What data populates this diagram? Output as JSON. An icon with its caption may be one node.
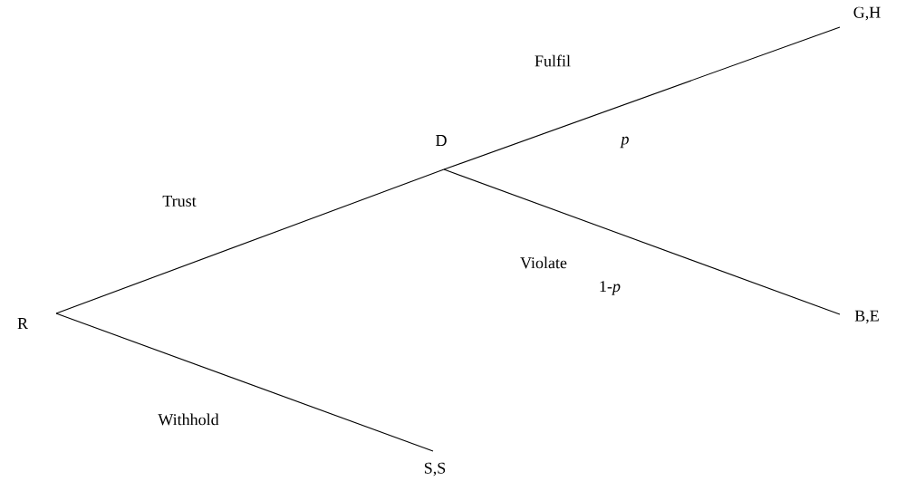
{
  "diagram": {
    "nodes": [
      {
        "text": [
          "R"
        ]
      },
      {
        "text": [
          "D"
        ]
      },
      {
        "text": [
          "G,H"
        ]
      },
      {
        "text": [
          "B,E"
        ]
      },
      {
        "text": [
          "S,S"
        ]
      }
    ],
    "edges": [
      {
        "from": 0,
        "to": 1,
        "arrow": "none",
        "label": "Trust"
      },
      {
        "from": 1,
        "to": 2,
        "arrow": "none",
        "label": "Fulfil"
      },
      {
        "from": 1,
        "to": 3,
        "arrow": "none",
        "label": "Violate"
      },
      {
        "from": 0,
        "to": 4,
        "arrow": "none",
        "label": "Withhold"
      }
    ],
    "labels": [
      "p",
      "1-*p*"
    ]
  }
}
